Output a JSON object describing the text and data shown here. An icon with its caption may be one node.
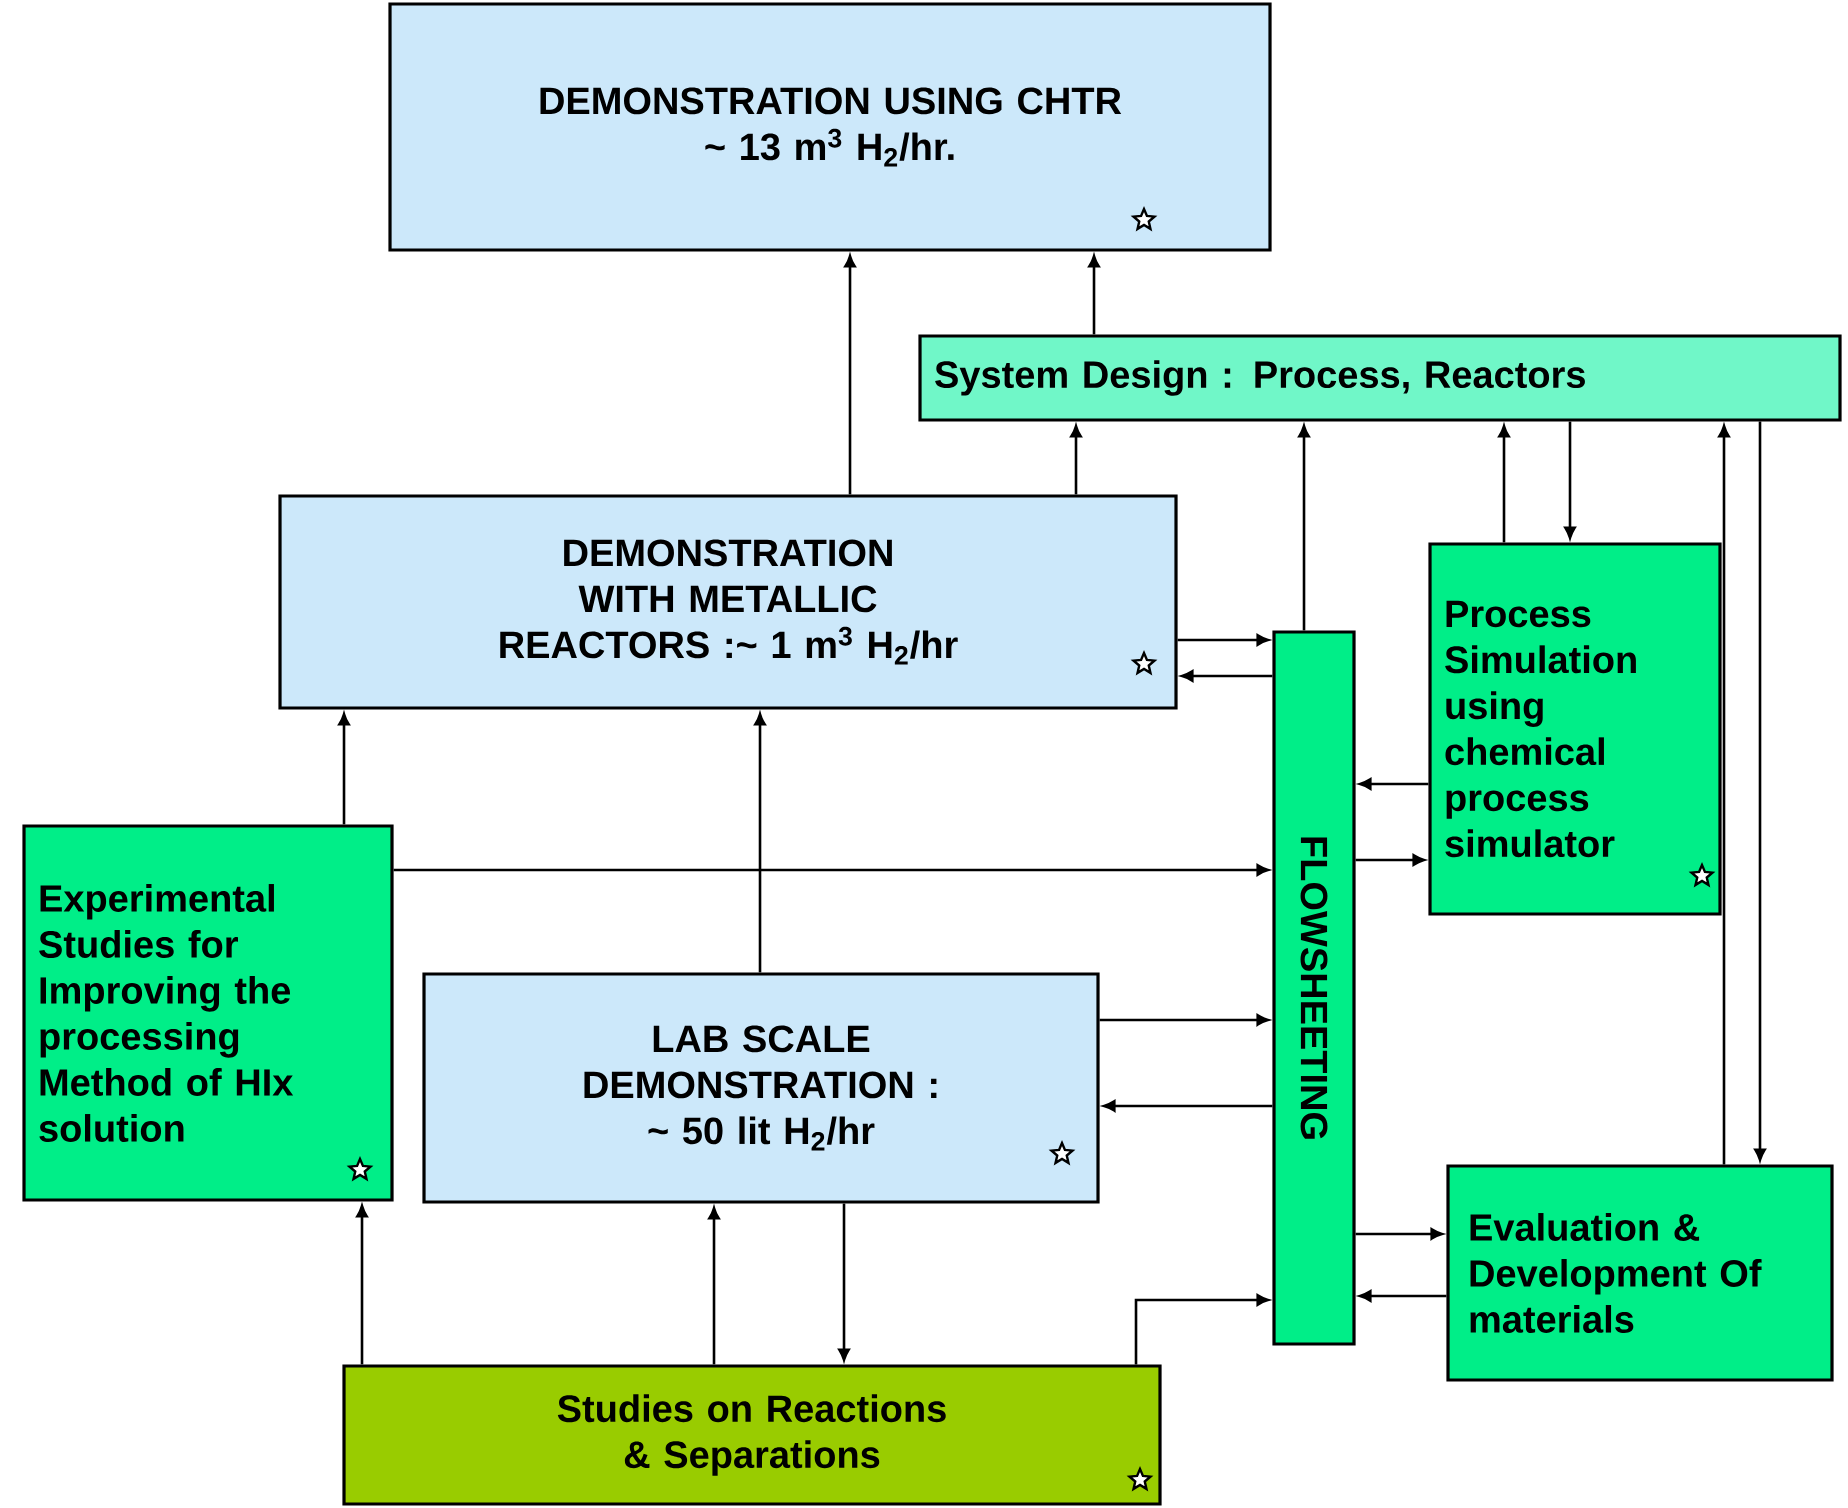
{
  "diagram": {
    "nodes": [
      {
        "text": [
          "DEMONSTRATION USING CHTR",
          "~ 13 m$^{3}$ H$_{2}$/hr."
        ]
      },
      {
        "text": [
          "System Design : Process, Reactors"
        ]
      },
      {
        "text": [
          "DEMONSTRATION WITH METALLIC REACTORS :~ 1 m$^{3}$ H$_{2}$/hr"
        ]
      },
      {
        "text": [
          "FLOWSHEETING"
        ]
      },
      {
        "text": [
          "Process Simulation using chemical process simulator"
        ]
      },
      {
        "text": [
          "Experimental Studies for Improving the processing Method of HIx solution"
        ]
      },
      {
        "text": [
          "LAB SCALE DEMONSTRATION :",
          "~ 50 lit H$_{2}$/hr"
        ]
      },
      {
        "text": [
          "Evaluation & Development Of materials"
        ]
      },
      {
        "text": [
          "Studies on Reactions & Separations"
        ]
      }
    ],
    "edges": [
      {
        "from": 2,
        "to": 0,
        "arrow": "to"
      },
      {
        "from": 1,
        "to": 0,
        "arrow": "to"
      },
      {
        "from": 2,
        "to": 1,
        "arrow": "to"
      },
      {
        "from": 3,
        "to": 1,
        "arrow": "to"
      },
      {
        "from": 4,
        "to": 1,
        "arrow": "to"
      },
      {
        "from": 1,
        "to": 4,
        "arrow": "to"
      },
      {
        "from": 7,
        "to": 1,
        "arrow": "to"
      },
      {
        "from": 1,
        "to": 7,
        "arrow": "to"
      },
      {
        "from": 2,
        "to": 3,
        "arrow": "to"
      },
      {
        "from": 3,
        "to": 2,
        "arrow": "to"
      },
      {
        "from": 4,
        "to": 3,
        "arrow": "to"
      },
      {
        "from": 3,
        "to": 4,
        "arrow": "to"
      },
      {
        "from": 5,
        "to": 3,
        "arrow": "to"
      },
      {
        "from": 6,
        "to": 3,
        "arrow": "to"
      },
      {
        "from": 3,
        "to": 6,
        "arrow": "to"
      },
      {
        "from": 3,
        "to": 7,
        "arrow": "to"
      },
      {
        "from": 7,
        "to": 3,
        "arrow": "to"
      },
      {
        "from": 8,
        "to": 3,
        "arrow": "to"
      },
      {
        "from": 5,
        "to": 2,
        "arrow": "to"
      },
      {
        "from": 6,
        "to": 2,
        "arrow": "to"
      },
      {
        "from": 8,
        "to": 5,
        "arrow": "to"
      },
      {
        "from": 8,
        "to": 6,
        "arrow": "to"
      },
      {
        "from": 6,
        "to": 8,
        "arrow": "to"
      }
    ]
  }
}
